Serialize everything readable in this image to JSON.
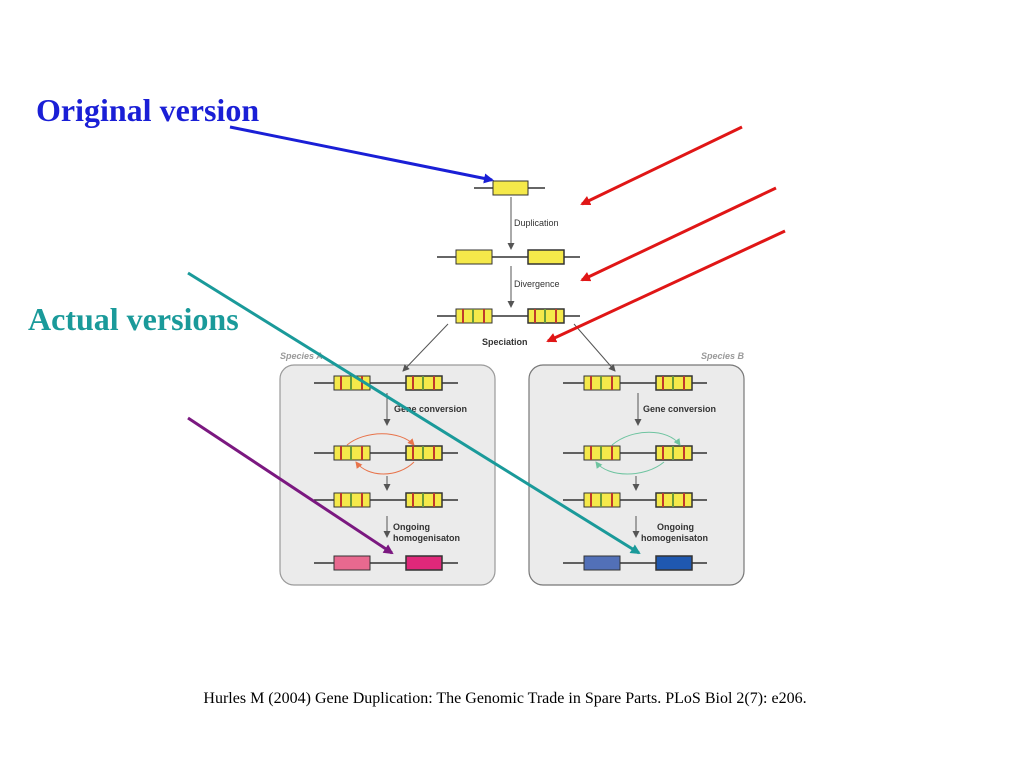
{
  "labels": {
    "original": "Original version",
    "actual": "Actual versions"
  },
  "steps": {
    "duplication": "Duplication",
    "divergence": "Divergence",
    "speciation": "Speciation",
    "gene_conversion": "Gene conversion",
    "ongoing_line1": "Ongoing",
    "ongoing_line2": "homogenisaton"
  },
  "species": {
    "a": "Species A",
    "b": "Species B"
  },
  "citation": "Hurles M (2004) Gene Duplication: The Genomic Trade in Spare Parts. PLoS Biol 2(7): e206.",
  "colors": {
    "gene_yellow": "#f5e94a",
    "mutation_red": "#c0392b",
    "mutation_green": "#6a9a3a",
    "species_a_pink": "#e8698f",
    "species_a_magenta": "#e0287a",
    "species_b_blue": "#5270b8",
    "species_b_darkblue": "#1f58b0",
    "arrow_blue": "#1a1fd6",
    "arrow_red": "#e01616",
    "arrow_teal": "#1a9a9a",
    "arrow_purple": "#7b1880"
  }
}
